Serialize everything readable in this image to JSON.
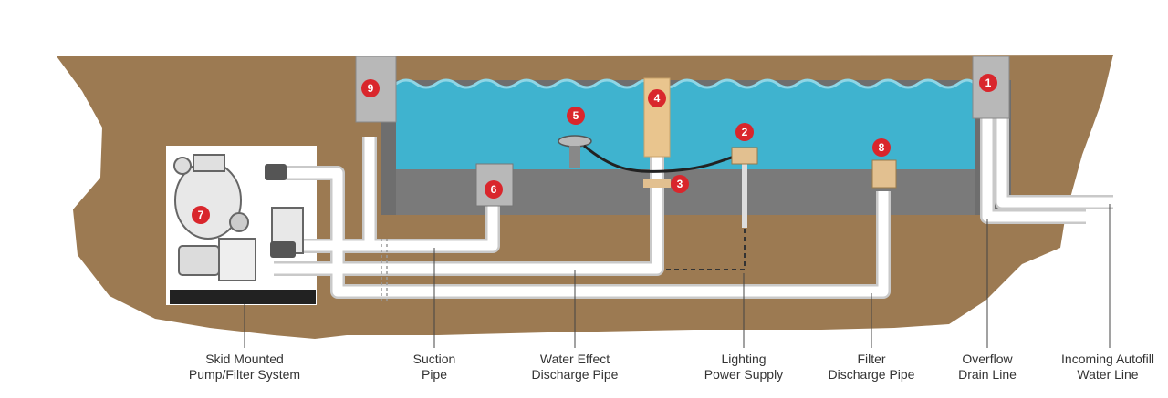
{
  "badges": [
    "1",
    "2",
    "3",
    "4",
    "5",
    "6",
    "7",
    "8",
    "9"
  ],
  "captions": {
    "skid": [
      "Skid Mounted",
      "Pump/Filter System"
    ],
    "suction": [
      "Suction",
      "Pipe"
    ],
    "water_effect": [
      "Water Effect",
      "Discharge Pipe"
    ],
    "lighting": [
      "Lighting",
      "Power Supply"
    ],
    "filter": [
      "Filter",
      "Discharge Pipe"
    ],
    "overflow": [
      "Overflow",
      "Drain Line"
    ],
    "autofill": [
      "Incoming Autofill",
      "Water Line"
    ]
  },
  "colors": {
    "soil": "#9c7a52",
    "water": "#3fb3cf",
    "water_light": "#8fd6e6",
    "concrete": "#6e6e6e",
    "pipe": "#ffffff",
    "pipe_outline": "#c9c9c9",
    "badge": "#d9262c",
    "equipment": "#8a8a8a"
  }
}
